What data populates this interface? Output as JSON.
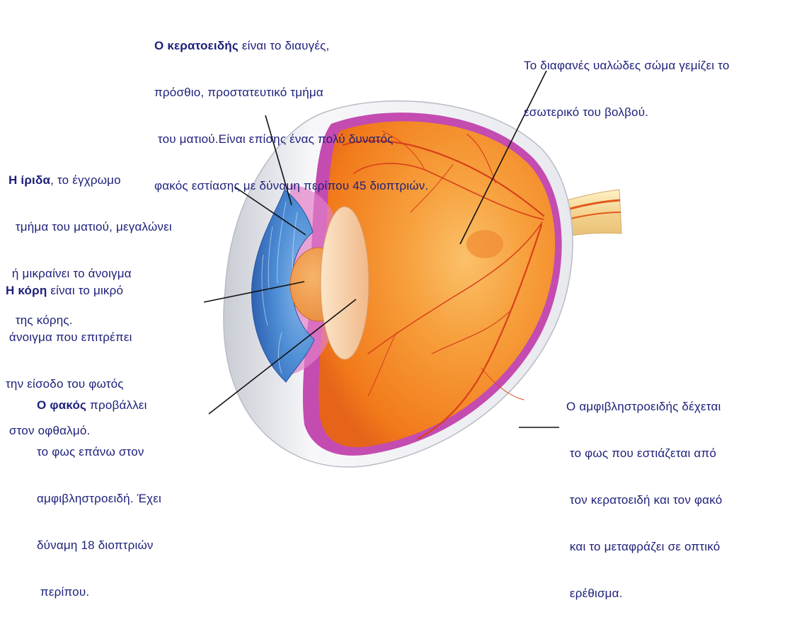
{
  "labels": {
    "cornea": {
      "term": "Ο κερατοειδής",
      "lines": [
        " είναι το διαυγές,",
        "πρόσθιο, προστατευτικό τμήμα",
        " του ματιού.Είναι επίσης ένας πολύ δυνατός",
        "φακός εστίασης με δύναμη περίπου 45 διοπτριών."
      ]
    },
    "vitreous": {
      "lines": [
        "Το διαφανές υαλώδες σώμα γεμίζει το",
        "εσωτερικό του βολβού."
      ]
    },
    "iris": {
      "term": "Η ίριδα",
      "lines": [
        ", το έγχρωμο",
        "  τμήμα του ματιού, μεγαλώνει",
        " ή μικραίνει το άνοιγμα",
        "  της κόρης."
      ]
    },
    "pupil": {
      "term": "Η κόρη",
      "lines": [
        " είναι το μικρό",
        " άνοιγμα που επιτρέπει",
        "την είσοδο του φωτός",
        " στον οφθαλμό."
      ]
    },
    "lens": {
      "term": "Ο φακός",
      "lines": [
        " προβάλλει",
        "το φως επάνω στον",
        "αμφιβληστροειδή. Έχει",
        "δύναμη 18 διοπτριών",
        " περίπου."
      ]
    },
    "retina": {
      "lines": [
        "Ο αμφιβληστροειδής δέχεται",
        " το φως που εστιάζεται από",
        " τον κερατοειδή και τον φακό",
        " και το μεταφράζει σε οπτικό",
        " ερέθισμα."
      ]
    }
  },
  "colors": {
    "text": "#1c1f7a",
    "sclera": "#eeeff2",
    "iris": "#4f8fd6",
    "retina_inner": "#f59024",
    "choroid": "#c44bb0",
    "lens": "#f7d2a6",
    "optic_nerve": "#f3e0a2"
  }
}
